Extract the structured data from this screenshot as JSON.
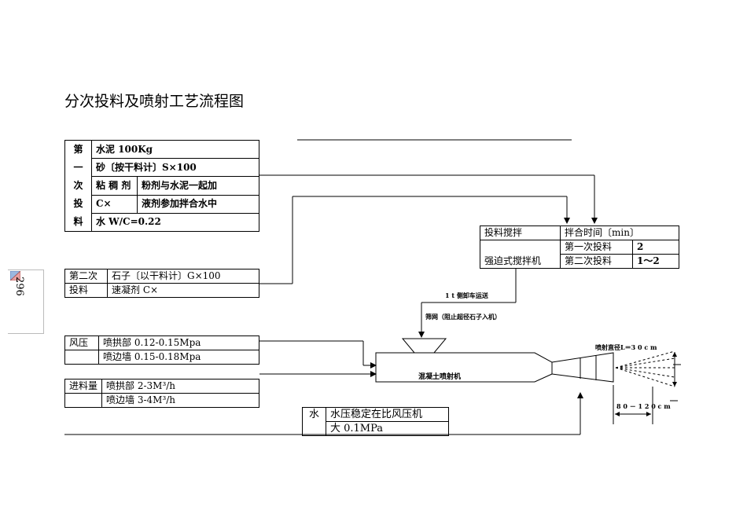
{
  "title": "分次投料及喷射工艺流程图",
  "page_number": "296",
  "first_batch": {
    "label_chars": [
      "第",
      "一",
      "次",
      "投",
      "料"
    ],
    "cement": "水泥 100Kg",
    "sand": "砂〔按干料计〕S×100",
    "viscosity_agent": "粘 稠 剂",
    "viscosity_c": "C×",
    "powder_note": "粉剂与水泥一起加",
    "liquid_note": "液剂参加拌合水中",
    "water_ratio": "水 W/C=0.22"
  },
  "second_batch": {
    "label_top": "第二次",
    "label_bottom": "投料",
    "stone": "石子〔以干料计〕G×100",
    "accelerator": "速凝剂 C×"
  },
  "mixing": {
    "header_left": "投料搅拌",
    "header_right": "拌合时间〔min〕",
    "mixer": "强迫式搅拌机",
    "first_time_label": "第一次投料",
    "first_time_value": "2",
    "second_time_label": "第二次投料",
    "second_time_value": "1～2"
  },
  "air_pressure": {
    "label": "风压",
    "arch": "喷拱部 0.12-0.15Mpa",
    "wall": "喷边墙 0.15-0.18Mpa"
  },
  "feed_rate": {
    "label": "进料量",
    "arch": "喷拱部 2-3M³/h",
    "wall": "喷边墙 3-4M³/h"
  },
  "water": {
    "label": "水",
    "line1": "水压稳定在比风压机",
    "line2": "大 0.1MPa"
  },
  "annotations": {
    "transport": "1 t 侧卸车运送",
    "sieve": "筛网（阻止超径石子入机）",
    "machine": "混凝土喷射机",
    "spray_diameter": "喷射直径L＝3 0 c m",
    "distance": "8 0 － 1 2 0 c m"
  }
}
